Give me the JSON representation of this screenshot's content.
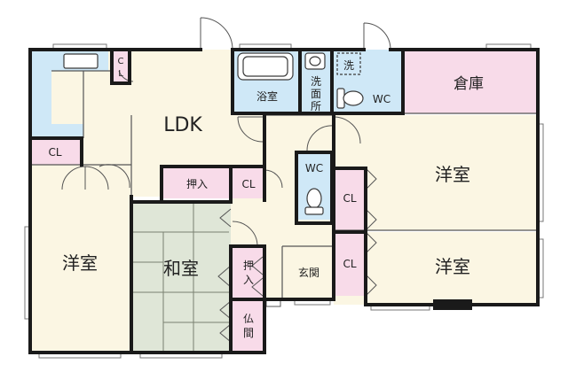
{
  "colors": {
    "wall": "#1a1a1a",
    "thin": "#555555",
    "floor": "#fbf6e3",
    "water": "#cfe8f7",
    "storage": "#f8dbe9",
    "washitsu": "#dfe6d7",
    "tatami_line": "#7a8070",
    "window": "#777777",
    "fixture": "#3a3a3a"
  },
  "rooms": {
    "ldk": "LDK",
    "western_left": "洋室",
    "western_right_upper": "洋室",
    "western_right_lower": "洋室",
    "washitsu": "和室",
    "bath": "浴室",
    "senmenjo": [
      "洗",
      "面",
      "所"
    ],
    "wc_upper": "WC",
    "wc_middle": "WC",
    "soko": "倉庫",
    "genkan": "玄関",
    "washer": "洗"
  },
  "storage": {
    "kitchen_cl": [
      "C",
      "L"
    ],
    "cl_left": "CL",
    "oshiire_upper": "押入",
    "cl_center": "CL",
    "cl_right_upper": "CL",
    "cl_right_lower": "CL",
    "oshiire_lower": [
      "押",
      "入"
    ],
    "butsuma": [
      "仏",
      "間"
    ]
  }
}
